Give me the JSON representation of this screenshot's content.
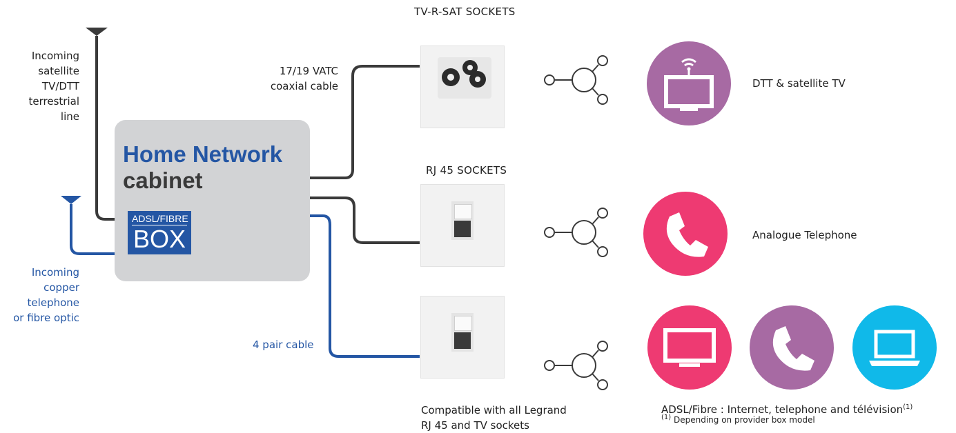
{
  "left": {
    "satellite_lines": [
      "Incoming",
      "satellite",
      "TV/DTT",
      "terrestrial",
      "line"
    ],
    "copper_lines": [
      "Incoming",
      "copper",
      "telephone",
      "or fibre optic"
    ]
  },
  "cabinet": {
    "title_line1": "Home Network",
    "title_line2": "cabinet",
    "box_small": "ADSL/FIBRE",
    "box_big": "BOX"
  },
  "cables": {
    "coax_line1": "17/19 VATC",
    "coax_line2": "coaxial cable",
    "pair": "4 pair cable"
  },
  "sockets": {
    "tv_header": "TV-R-SAT SOCKETS",
    "rj_header": "RJ 45 SOCKETS",
    "compat_line1": "Compatible with all Legrand",
    "compat_line2": "RJ 45 and TV sockets"
  },
  "services": {
    "tv": "DTT & satellite TV",
    "phone": "Analogue Telephone",
    "adsl": "ADSL/Fibre : Internet, telephone and télévision",
    "adsl_sup": "(1)",
    "footnote_mark": "(1)",
    "footnote": "Depending on provider box model"
  },
  "colors": {
    "purple": "#a76aa3",
    "pink": "#ee3a72",
    "cyan": "#10b9e9",
    "blue": "#2456a4",
    "dark": "#3a3a3a"
  }
}
